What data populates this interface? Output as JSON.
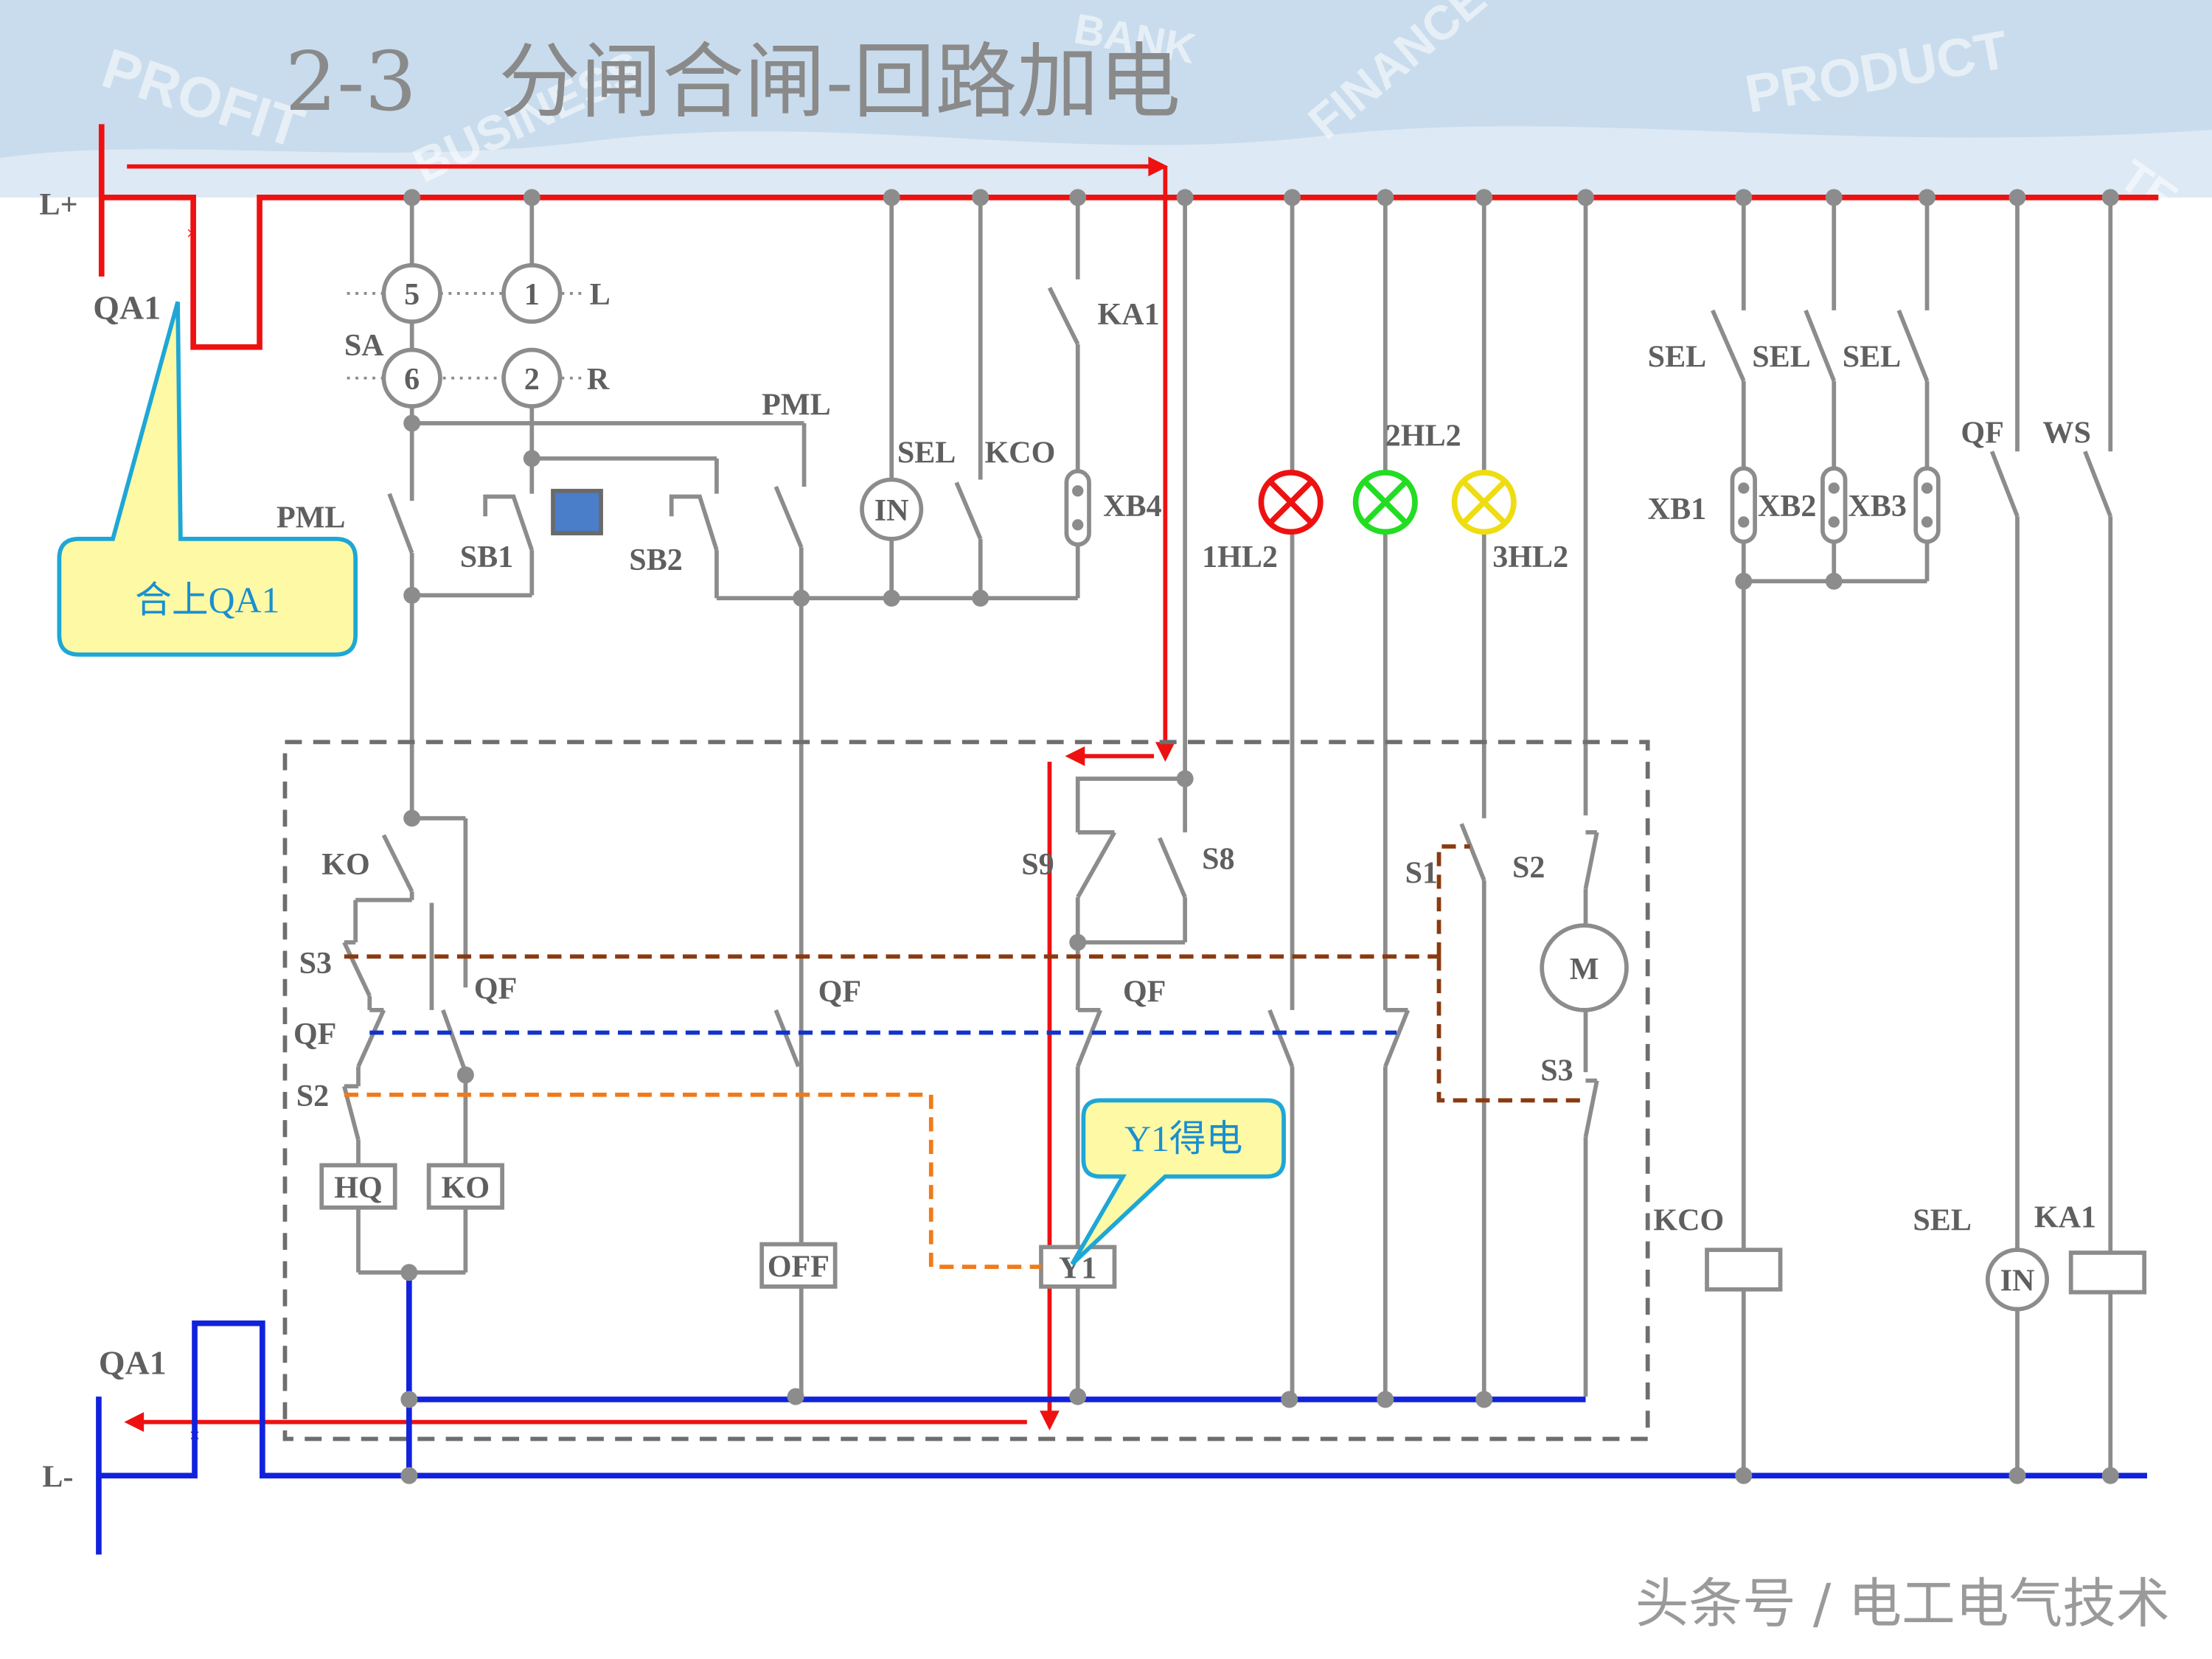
{
  "title": "2-3　分闸合闸-回路加电",
  "banner_watermarks": [
    "PROFIT",
    "BUSINESS",
    "BANK",
    "FINANCE",
    "PRODUCT",
    "TEAM"
  ],
  "bus": {
    "positive": "L+",
    "negative": "L-"
  },
  "labels": {
    "qa1_top": "QA1",
    "qa1_bottom": "QA1",
    "sa": "SA",
    "c5": "5",
    "c1": "1",
    "c6": "6",
    "c2": "2",
    "L": "L",
    "R": "R",
    "pml_left": "PML",
    "pml_top": "PML",
    "sb1": "SB1",
    "sb2": "SB2",
    "sel_a": "SEL",
    "kco_a": "KCO",
    "in_a": "IN",
    "ka1_top": "KA1",
    "xb4": "XB4",
    "hl1": "1HL2",
    "hl2": "2HL2",
    "hl3": "3HL2",
    "sel1": "SEL",
    "sel2": "SEL",
    "sel3": "SEL",
    "xb1": "XB1",
    "xb2": "XB2",
    "xb3": "XB3",
    "qf_r": "QF",
    "ws": "WS",
    "ko_sw": "KO",
    "s3_left": "S3",
    "qf_left": "QF",
    "s2_left": "S2",
    "qf_ko": "QF",
    "hq": "HQ",
    "ko_coil": "KO",
    "qf_off": "QF",
    "off": "OFF",
    "s9": "S9",
    "s8": "S8",
    "qf_s9": "QF",
    "y1": "Y1",
    "s1": "S1",
    "s2_right": "S2",
    "m": "M",
    "s3_right": "S3",
    "kco_coil": "KCO",
    "sel_in": "SEL",
    "in_b": "IN",
    "ka1_coil": "KA1"
  },
  "callouts": {
    "close_qa1": "合上QA1",
    "y1_energized": "Y1得电"
  },
  "footer": "头条号 / 电工电气技术",
  "colors": {
    "bus_positive": "#ee1111",
    "bus_negative": "#1122dd",
    "wire": "#8c8c8c",
    "lamp_red": "#ee1111",
    "lamp_green": "#22dd22",
    "lamp_yellow": "#eedd11",
    "callout_fill": "#fdf9a4",
    "callout_border": "#1ea7d6",
    "dash_brown": "#8a3a10",
    "dash_blue": "#1133cc",
    "dash_orange": "#f07a1a",
    "banner": "#c9dced"
  }
}
